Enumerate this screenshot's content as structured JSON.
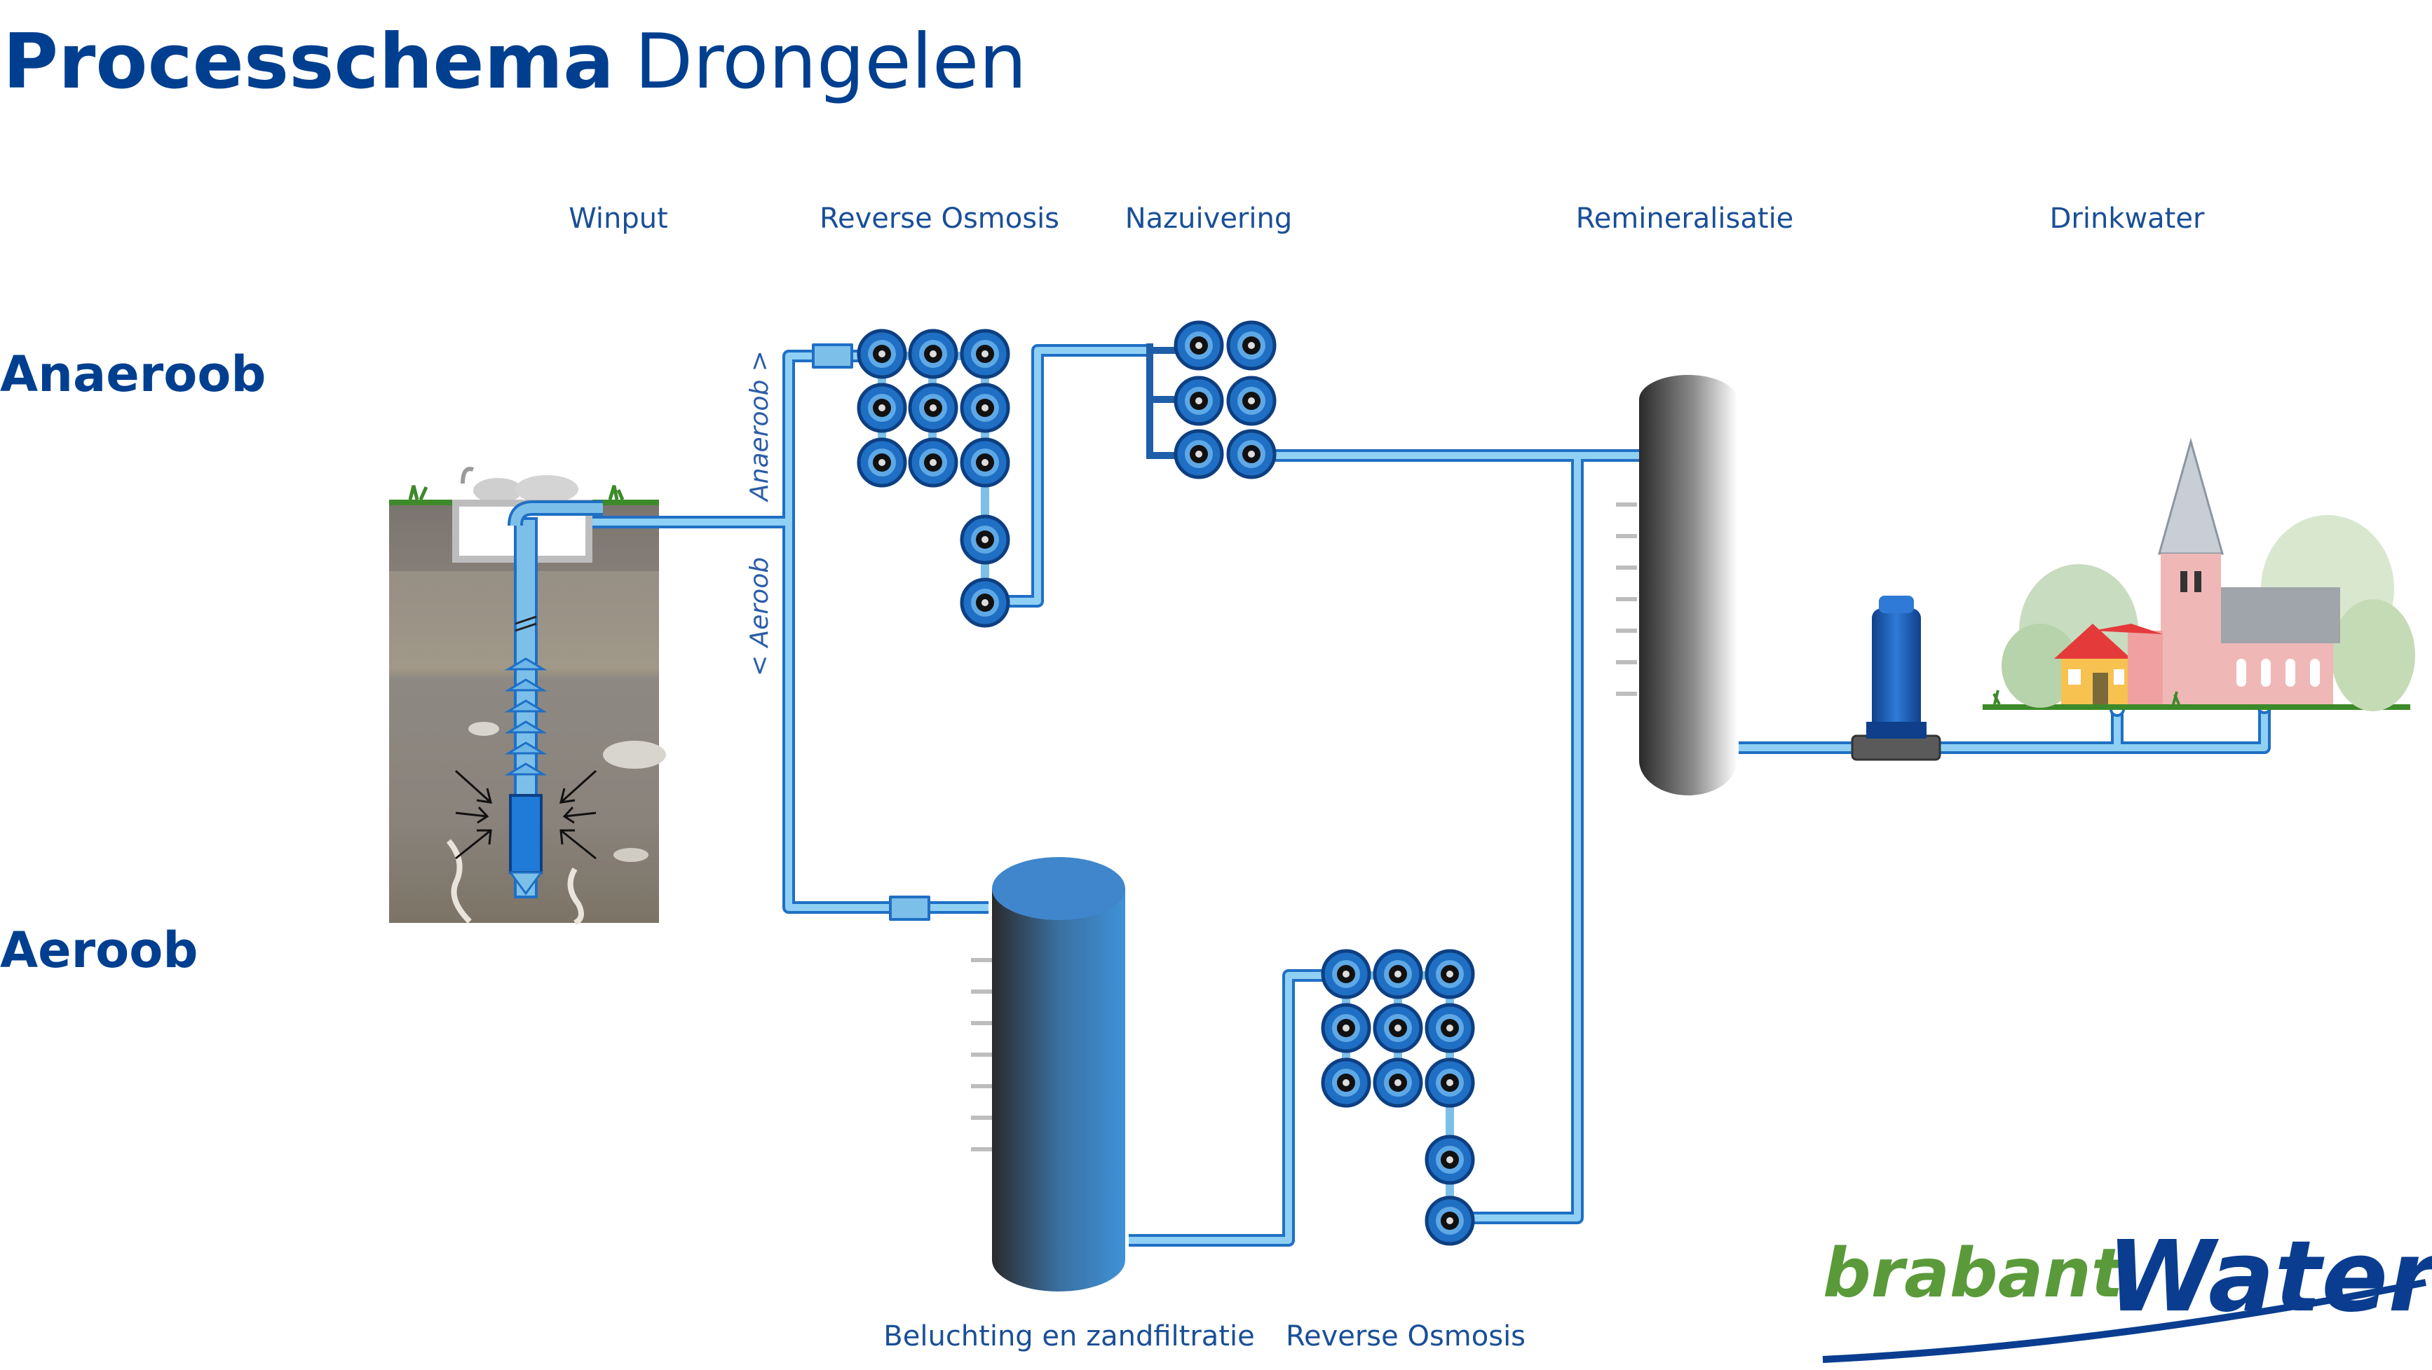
{
  "title": {
    "bold": "Processchema",
    "light": "Drongelen"
  },
  "stages_top": [
    "Winput",
    "Reverse Osmosis",
    "Nazuivering",
    "Remineralisatie",
    "Drinkwater"
  ],
  "stages_bottom": [
    "Beluchting en zandfiltratie",
    "Reverse Osmosis"
  ],
  "routes": {
    "anaerobic": "Anaeroob",
    "aerobic": "Aeroob"
  },
  "pipe_labels": {
    "anaerobic": "Anaeroob >",
    "aerobic": "< Aeroob"
  },
  "logo": {
    "part1": "brabant",
    "part2": "Water"
  },
  "colors": {
    "title": "#003f8f",
    "pipe": "#7cc0ea",
    "pipe_edge": "#1f6fc4",
    "membrane": "#1f78d1",
    "logo_green": "#5a9a3a",
    "logo_blue": "#0a3d8f"
  },
  "icons": [
    "well-icon",
    "membrane-module-icon",
    "filter-tank-icon",
    "pump-icon",
    "village-icon",
    "church-icon",
    "house-icon",
    "tree-icon"
  ]
}
